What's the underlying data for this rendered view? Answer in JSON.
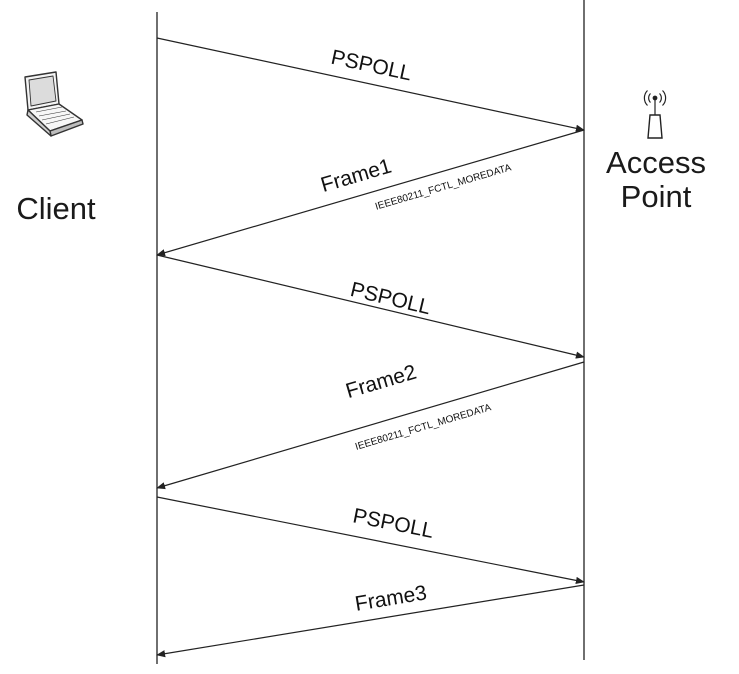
{
  "client": {
    "label": "Client",
    "icon": "laptop-icon"
  },
  "access_point": {
    "label_line1": "Access",
    "label_line2": "Point",
    "icon": "wireless-antenna-icon"
  },
  "colors": {
    "line": "#222222",
    "text": "#111111"
  },
  "messages": [
    {
      "label": "PSPOLL",
      "sublabel": "",
      "direction": "client-to-ap"
    },
    {
      "label": "Frame1",
      "sublabel": "IEEE80211_FCTL_MOREDATA",
      "direction": "ap-to-client"
    },
    {
      "label": "PSPOLL",
      "sublabel": "",
      "direction": "client-to-ap"
    },
    {
      "label": "Frame2",
      "sublabel": "IEEE80211_FCTL_MOREDATA",
      "direction": "ap-to-client"
    },
    {
      "label": "PSPOLL",
      "sublabel": "",
      "direction": "client-to-ap"
    },
    {
      "label": "Frame3",
      "sublabel": "",
      "direction": "ap-to-client"
    }
  ]
}
